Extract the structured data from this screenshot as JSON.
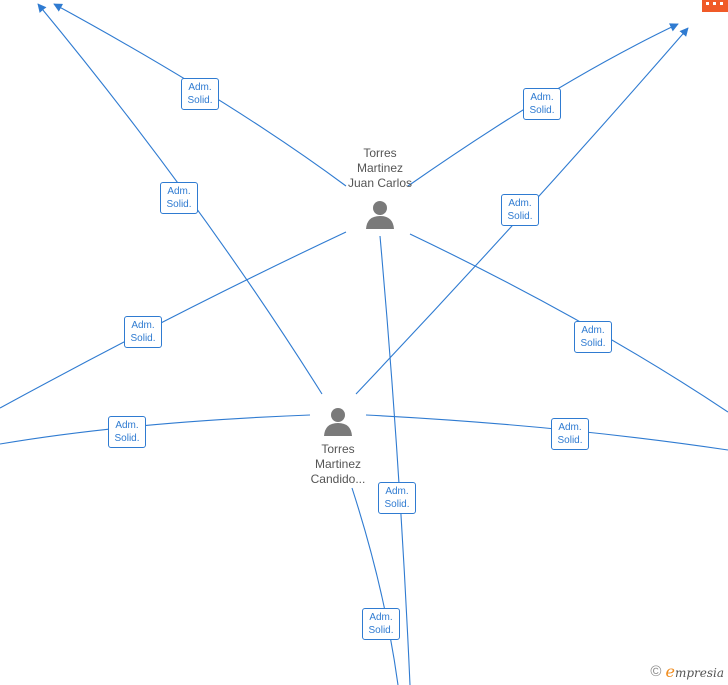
{
  "colors": {
    "edge": "#2f7bd1",
    "person": "#7a7a7a",
    "company": "#f05a28"
  },
  "persons": [
    {
      "id": "p1",
      "name_lines": [
        "Torres",
        "Martinez",
        "Juan Carlos"
      ]
    },
    {
      "id": "p2",
      "name_lines": [
        "Torres",
        "Martinez",
        "Candido..."
      ]
    }
  ],
  "edge_label": {
    "line1": "Adm.",
    "line2": "Solid."
  },
  "footer": {
    "copyright": "©",
    "brand_initial": "e",
    "brand_rest": "mpresia"
  }
}
